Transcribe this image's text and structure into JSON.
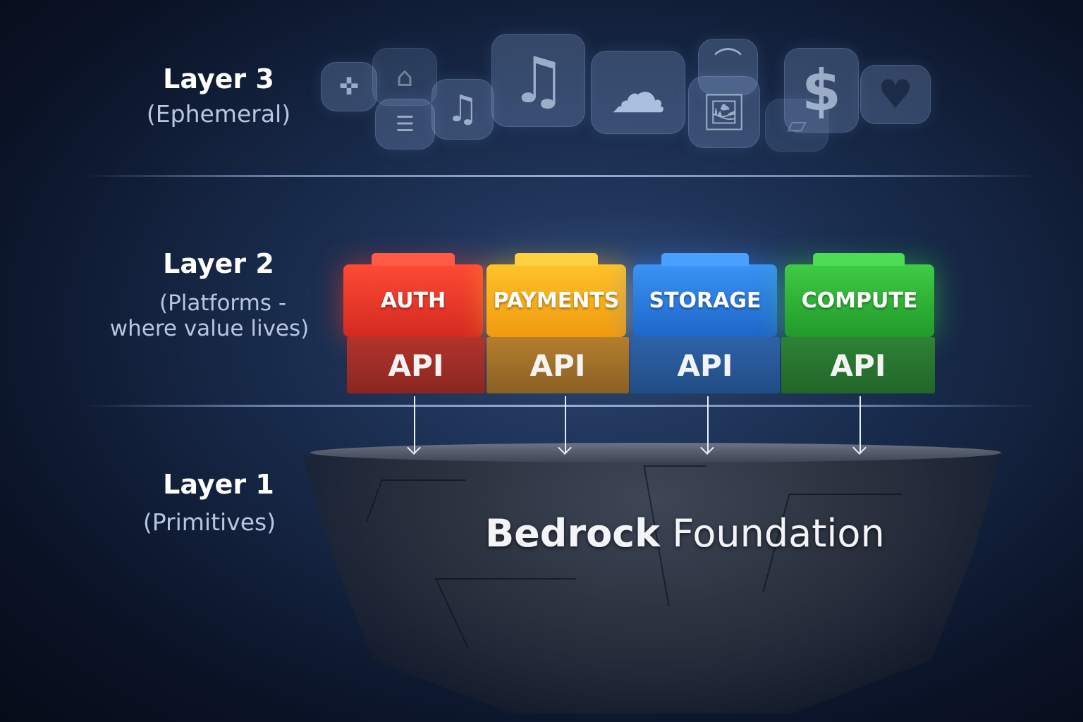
{
  "layers": [
    {
      "title": "Layer 3",
      "subtitle": "(Ephemeral)"
    },
    {
      "title": "Layer 2",
      "subtitle_line1": "(Platforms -",
      "subtitle_line2": "where value lives)"
    },
    {
      "title": "Layer 1",
      "subtitle": "(Primitives)"
    }
  ],
  "apps": [
    "gamepad-icon",
    "home-icon",
    "chat-icon",
    "music-note-icon",
    "music-note-large-icon",
    "cloud-icon",
    "wifi-icon",
    "image-icon",
    "folder-icon",
    "dollar-icon",
    "heart-icon"
  ],
  "platforms": [
    {
      "name": "AUTH",
      "api": "API",
      "color": "#e8322a"
    },
    {
      "name": "PAYMENTS",
      "api": "API",
      "color": "#f5a712"
    },
    {
      "name": "STORAGE",
      "api": "API",
      "color": "#2f7fe0"
    },
    {
      "name": "COMPUTE",
      "api": "API",
      "color": "#2fb238"
    }
  ],
  "foundation": {
    "bold": "Bedrock",
    "regular": " Foundation"
  }
}
